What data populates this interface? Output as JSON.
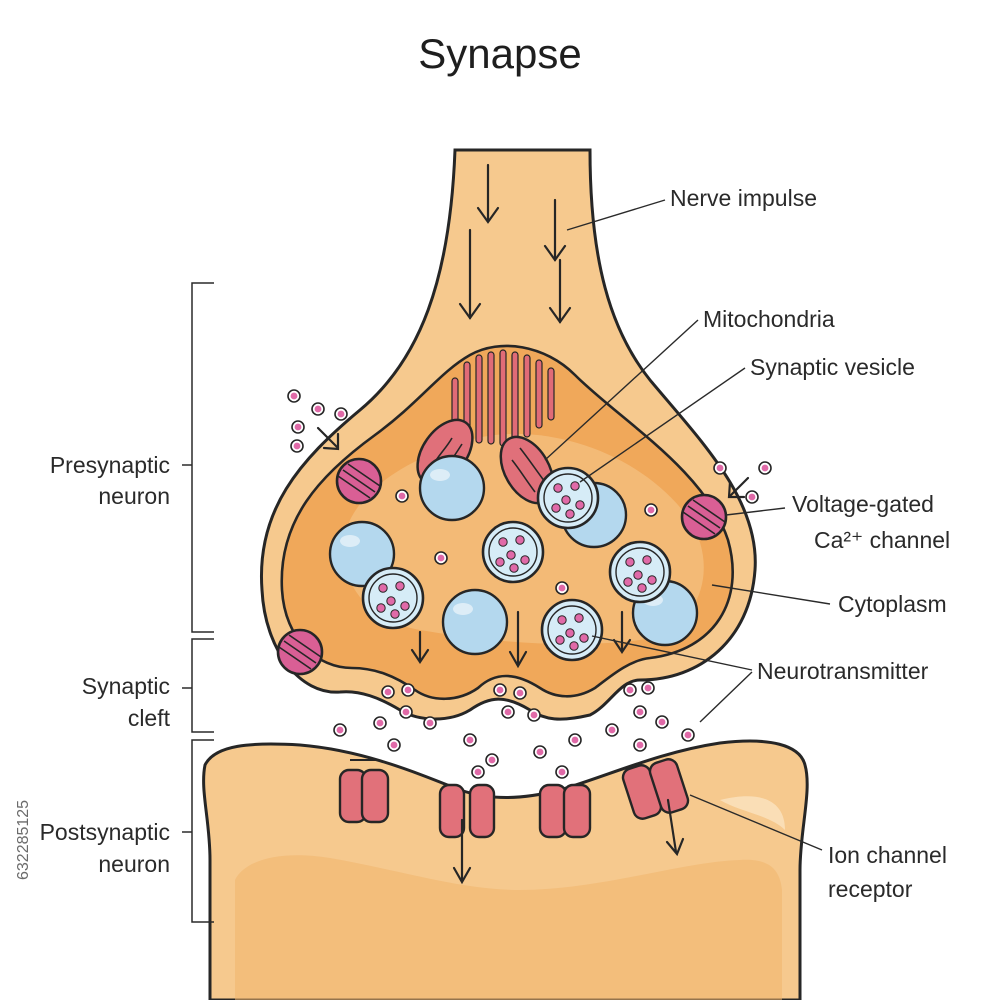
{
  "title": "Synapse",
  "labels": {
    "nerve_impulse": "Nerve impulse",
    "mitochondria": "Mitochondria",
    "synaptic_vesicle": "Synaptic vesicle",
    "voltage_gated_line1": "Voltage-gated",
    "voltage_gated_line2": "Ca²⁺ channel",
    "cytoplasm": "Cytoplasm",
    "neurotransmitter": "Neurotransmitter",
    "ion_channel_line1": "Ion channel",
    "ion_channel_line2": "receptor",
    "presynaptic_line1": "Presynaptic",
    "presynaptic_line2": "neuron",
    "cleft_line1": "Synaptic",
    "cleft_line2": "cleft",
    "postsynaptic_line1": "Postsynaptic",
    "postsynaptic_line2": "neuron"
  },
  "stock_id": "632285125",
  "colors": {
    "neuron_fill": "#f6c98e",
    "cytoplasm_fill": "#f0a85a",
    "membrane": "#f6c98e",
    "mitochondria": "#e0707a",
    "vesicle_empty": "#b4d8ee",
    "vesicle_full": "#d6ecf7",
    "neurotransmitter": "#e06aa8",
    "channel": "#d95f95",
    "receptor": "#e1717a",
    "outline": "#262626"
  }
}
